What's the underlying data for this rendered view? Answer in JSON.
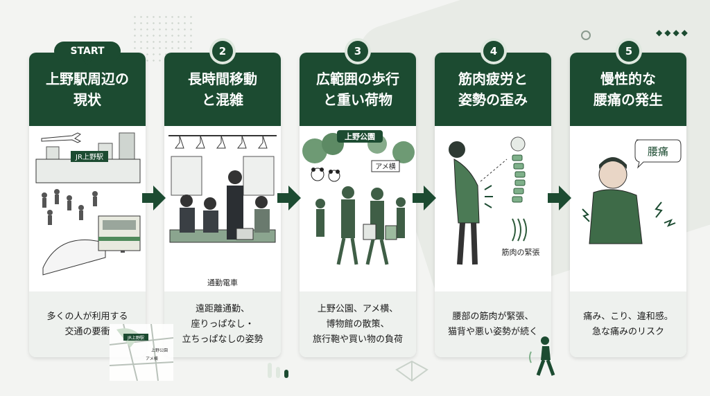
{
  "colors": {
    "primary": "#1c4b31",
    "desc_bg": "#eef1ee",
    "page_bg": "#f3f4f2"
  },
  "steps": [
    {
      "badge": "START",
      "title": "上野駅周辺の\n現状",
      "desc": "多くの人が利用する\n交通の要衝",
      "labels": [
        "JR上野駅"
      ]
    },
    {
      "badge": "2",
      "title": "長時間移動\nと混雑",
      "desc": "遠距離通勤、\n座りっぱなし・\n立ちっぱなしの姿勢",
      "labels": [
        "通勤電車"
      ]
    },
    {
      "badge": "3",
      "title": "広範囲の歩行\nと重い荷物",
      "desc": "上野公園、アメ横、\n博物館の散策、\n旅行鞄や買い物の負荷",
      "labels": [
        "上野公園",
        "アメ横"
      ]
    },
    {
      "badge": "4",
      "title": "筋肉疲労と\n姿勢の歪み",
      "desc": "腰部の筋肉が緊張、\n猫背や悪い姿勢が続く",
      "labels": [
        "筋肉の緊張"
      ]
    },
    {
      "badge": "5",
      "title": "慢性的な\n腰痛の発生",
      "desc": "痛み、こり、違和感。\n急な痛みのリスク",
      "labels": [
        "腰痛"
      ]
    }
  ],
  "map_labels": [
    "JR上野駅",
    "上野公園",
    "アメ横"
  ],
  "icons": [
    "right-arrow-icon",
    "airplane-icon",
    "train-icon",
    "panda-icon",
    "spine-icon",
    "walking-person-icon",
    "pain-lightning-icon"
  ]
}
